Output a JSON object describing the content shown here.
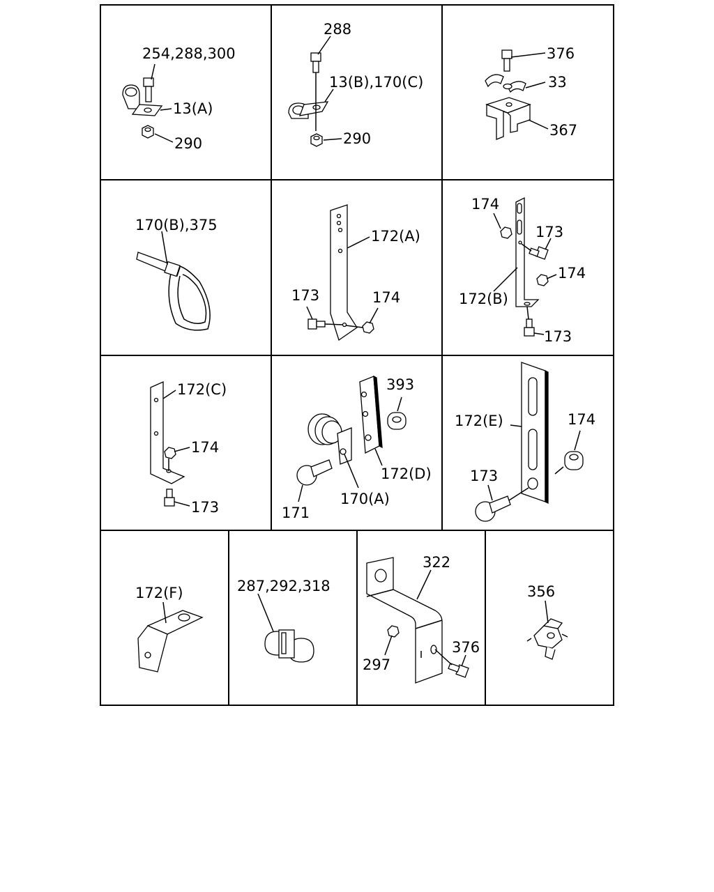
{
  "cells": [
    {
      "id": "r1c1",
      "labels": [
        "254,288,300",
        "13(A)",
        "290"
      ]
    },
    {
      "id": "r1c2",
      "labels": [
        "288",
        "13(B),170(C)",
        "290"
      ]
    },
    {
      "id": "r1c3",
      "labels": [
        "376",
        "33",
        "367"
      ]
    },
    {
      "id": "r2c1",
      "labels": [
        "170(B),375"
      ]
    },
    {
      "id": "r2c2",
      "labels": [
        "172(A)",
        "173",
        "174"
      ]
    },
    {
      "id": "r2c3",
      "labels": [
        "174",
        "173",
        "174",
        "172(B)",
        "173"
      ]
    },
    {
      "id": "r3c1",
      "labels": [
        "172(C)",
        "174",
        "173"
      ]
    },
    {
      "id": "r3c2",
      "labels": [
        "393",
        "172(D)",
        "170(A)",
        "171"
      ]
    },
    {
      "id": "r3c3",
      "labels": [
        "172(E)",
        "174",
        "173"
      ]
    },
    {
      "id": "r4c1",
      "labels": [
        "172(F)"
      ]
    },
    {
      "id": "r4c2",
      "labels": [
        "287,292,318"
      ]
    },
    {
      "id": "r4c3",
      "labels": [
        "322",
        "297",
        "376"
      ]
    },
    {
      "id": "r4c4",
      "labels": [
        "356"
      ]
    }
  ]
}
